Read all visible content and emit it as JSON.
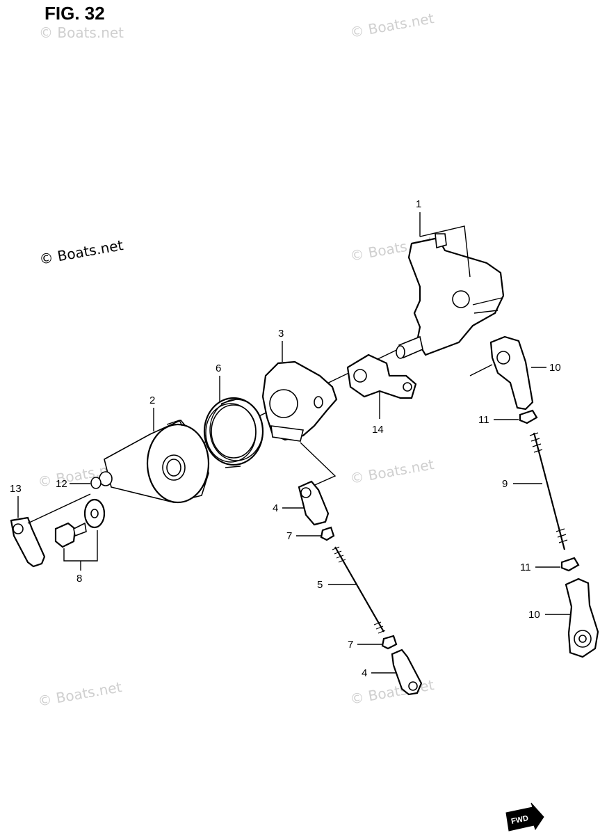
{
  "figure": {
    "title": "FIG. 32"
  },
  "watermark": {
    "text": "© Boats.net"
  },
  "fwd_badge": {
    "label": "FWD"
  },
  "callouts": [
    {
      "id": "1",
      "label": "1"
    },
    {
      "id": "2",
      "label": "2"
    },
    {
      "id": "3",
      "label": "3"
    },
    {
      "id": "4a",
      "label": "4"
    },
    {
      "id": "4b",
      "label": "4"
    },
    {
      "id": "5",
      "label": "5"
    },
    {
      "id": "6",
      "label": "6"
    },
    {
      "id": "7a",
      "label": "7"
    },
    {
      "id": "7b",
      "label": "7"
    },
    {
      "id": "8",
      "label": "8"
    },
    {
      "id": "9",
      "label": "9"
    },
    {
      "id": "10a",
      "label": "10"
    },
    {
      "id": "10b",
      "label": "10"
    },
    {
      "id": "11a",
      "label": "11"
    },
    {
      "id": "11b",
      "label": "11"
    },
    {
      "id": "12",
      "label": "12"
    },
    {
      "id": "13",
      "label": "13"
    },
    {
      "id": "14",
      "label": "14"
    }
  ],
  "colors": {
    "line": "#000000",
    "background": "#ffffff",
    "watermark": "#cfcfcf"
  }
}
